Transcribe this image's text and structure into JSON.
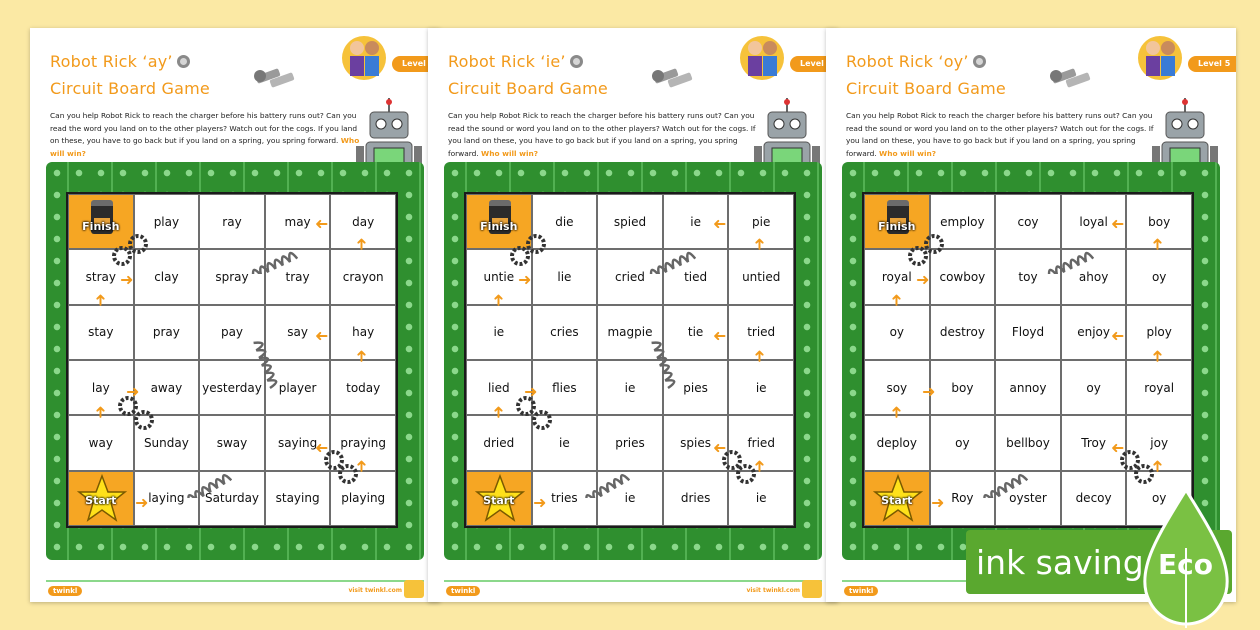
{
  "intro_text": "Can you help Robot Rick to reach the charger before his battery runs out? Can you read the word you land on to the other players? Watch out for the cogs. If you land on these, you have to go back but if you land on a spring, you spring forward.",
  "intro_text_ie": "Can you help Robot Rick to reach the charger before his battery runs out? Can you read the sound or word you land on to the other players? Watch out for the cogs. If you land on these, you have to go back but if you land on a spring, you spring forward.",
  "win_text": "Who will win?",
  "subtitle": "Circuit Board Game",
  "level": "Level 5",
  "finish_label": "Finish",
  "start_label": "Start",
  "footer": {
    "brand": "twinkl",
    "url": "visit twinkl.com"
  },
  "colors": {
    "accent": "#f29a1b",
    "board": "#2f8f2f",
    "background": "#fbe9a4",
    "eco": "#5aa82f"
  },
  "sheets": [
    {
      "title": "Robot Rick ‘ay’",
      "rows": [
        [
          "",
          "play",
          "ray",
          "may",
          "day"
        ],
        [
          "stray",
          "clay",
          "spray",
          "tray",
          "crayon"
        ],
        [
          "stay",
          "pray",
          "pay",
          "say",
          "hay"
        ],
        [
          "lay",
          "away",
          "yesterday",
          "player",
          "today"
        ],
        [
          "way",
          "Sunday",
          "sway",
          "saying",
          "praying"
        ],
        [
          "",
          "laying",
          "Saturday",
          "staying",
          "playing"
        ]
      ]
    },
    {
      "title": "Robot Rick ‘ie’",
      "rows": [
        [
          "",
          "die",
          "spied",
          "ie",
          "pie"
        ],
        [
          "untie",
          "lie",
          "cried",
          "tied",
          "untied"
        ],
        [
          "ie",
          "cries",
          "magpie",
          "tie",
          "tried"
        ],
        [
          "lied",
          "flies",
          "ie",
          "pies",
          "ie"
        ],
        [
          "dried",
          "ie",
          "pries",
          "spies",
          "fried"
        ],
        [
          "",
          "tries",
          "ie",
          "dries",
          "ie"
        ]
      ]
    },
    {
      "title": "Robot Rick ‘oy’",
      "rows": [
        [
          "",
          "employ",
          "coy",
          "loyal",
          "boy"
        ],
        [
          "royal",
          "cowboy",
          "toy",
          "ahoy",
          "oy"
        ],
        [
          "oy",
          "destroy",
          "Floyd",
          "enjoy",
          "ploy"
        ],
        [
          "soy",
          "boy",
          "annoy",
          "oy",
          "royal"
        ],
        [
          "deploy",
          "oy",
          "bellboy",
          "Troy",
          "joy"
        ],
        [
          "",
          "Roy",
          "oyster",
          "decoy",
          "oy"
        ]
      ]
    }
  ],
  "eco_badge": {
    "text": "ink saving",
    "label": "Eco"
  }
}
